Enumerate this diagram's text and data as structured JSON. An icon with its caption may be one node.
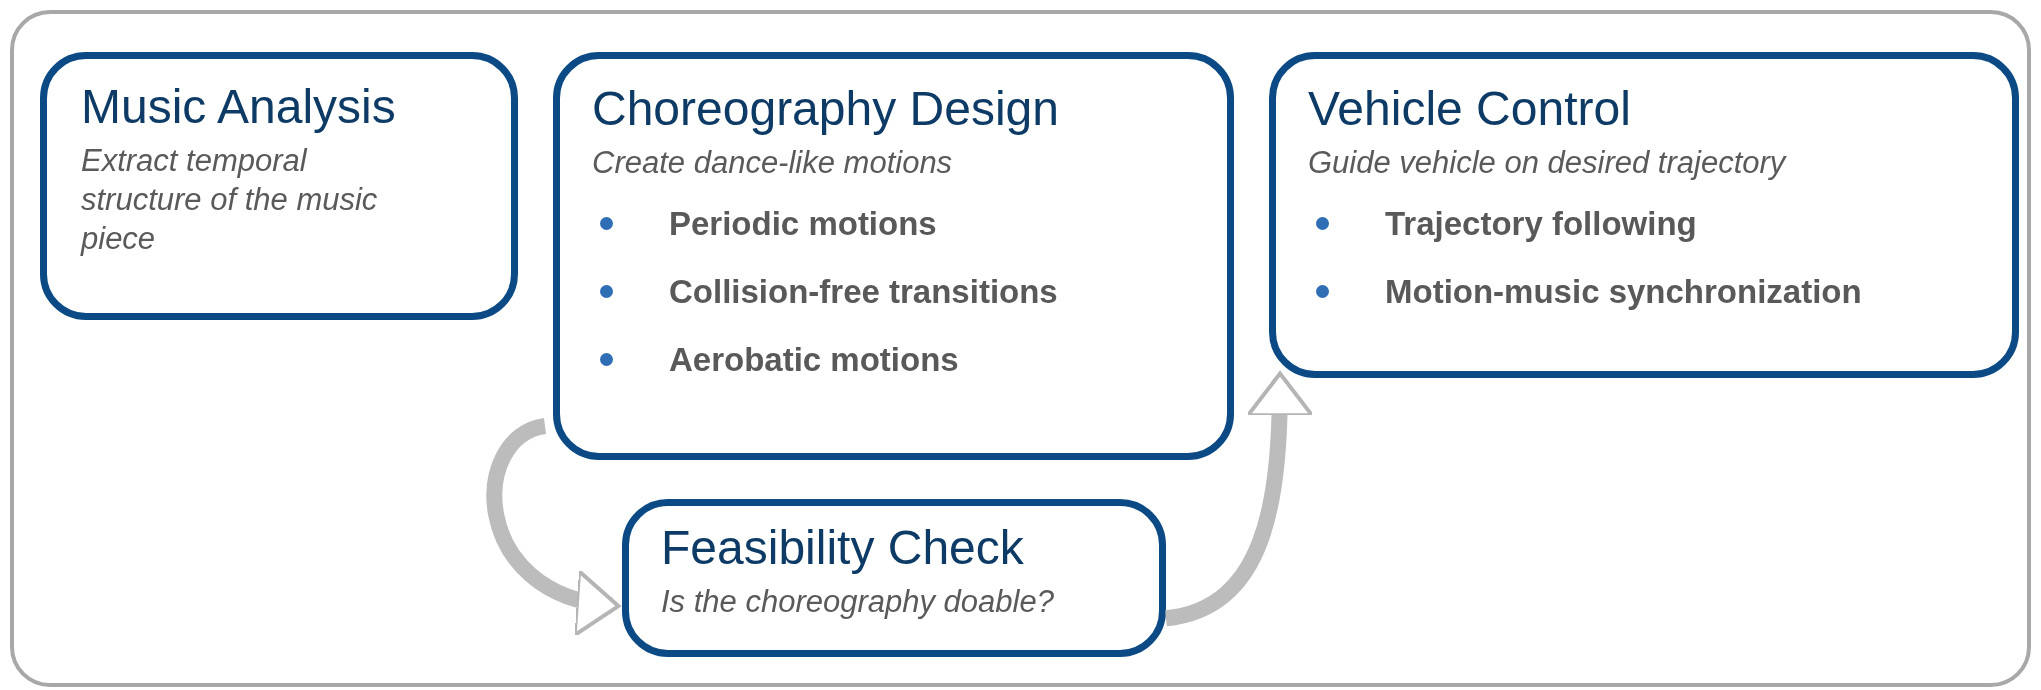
{
  "diagram": {
    "nodes": [
      {
        "text": [],
        "shape": "box"
      },
      {
        "text": [
          "Music Analysis",
          "Extract temporal structure of the music piece"
        ],
        "in": 0
      },
      {
        "text": [
          "Choreography Design",
          "Create dance-like motions",
          "Periodic motions",
          "Collision-free transitions",
          "Aerobatic motions"
        ],
        "in": 0
      },
      {
        "text": [
          "Vehicle Control",
          "Guide vehicle on desired trajectory",
          "Trajectory following",
          "Motion-music synchronization"
        ],
        "in": 0
      },
      {
        "text": [
          "Feasibility Check",
          "Is the choreography doable?"
        ],
        "in": 0
      }
    ],
    "edges": [
      {
        "from": 2,
        "to": 4,
        "arrow": "to"
      },
      {
        "from": 4,
        "to": 3,
        "arrow": "to"
      }
    ]
  }
}
